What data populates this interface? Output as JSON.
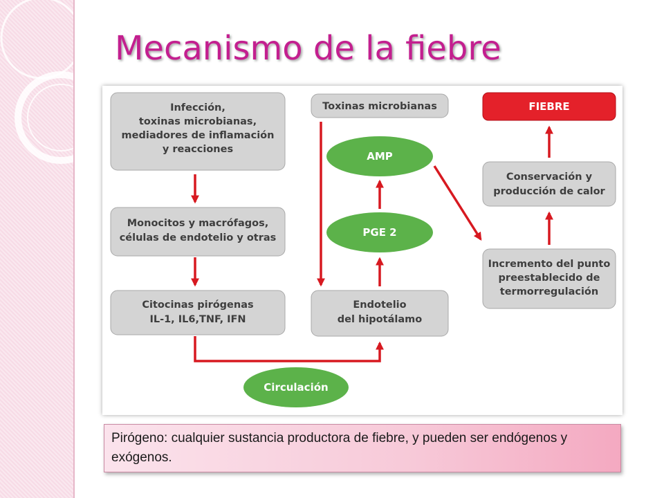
{
  "slide": {
    "title": "Mecanismo de la fiebre",
    "note": "Pirógeno:  cualquier sustancia productora de fiebre, y pueden ser endógenos y exógenos."
  },
  "diagram": {
    "boxes": {
      "infeccion": [
        "Infección,",
        "toxinas microbianas,",
        "mediadores de inflamación",
        "y reacciones"
      ],
      "monocitos": [
        "Monocitos y macrófagos,",
        "células de endotelio y otras"
      ],
      "citocinas": [
        "Citocinas pirógenas",
        "IL-1, IL6,TNF, IFN"
      ],
      "toxinas": [
        "Toxinas microbianas"
      ],
      "endotelio": [
        "Endotelio",
        "del hipotálamo"
      ],
      "fiebre": [
        "FIEBRE"
      ],
      "conservacion": [
        "Conservación y",
        "producción de calor"
      ],
      "incremento": [
        "Incremento del punto",
        "preestablecido de",
        "termorregulación"
      ]
    },
    "pills": {
      "amp": "AMP",
      "pge2": "PGE 2",
      "circulacion": "Circulación"
    },
    "colors": {
      "box_fill": "#d4d4d4",
      "box_border": "#a8a8a8",
      "pill_fill": "#5cb24a",
      "fiebre_fill": "#e4212a",
      "arrow": "#d71920",
      "text": "#3e3e3e"
    }
  }
}
